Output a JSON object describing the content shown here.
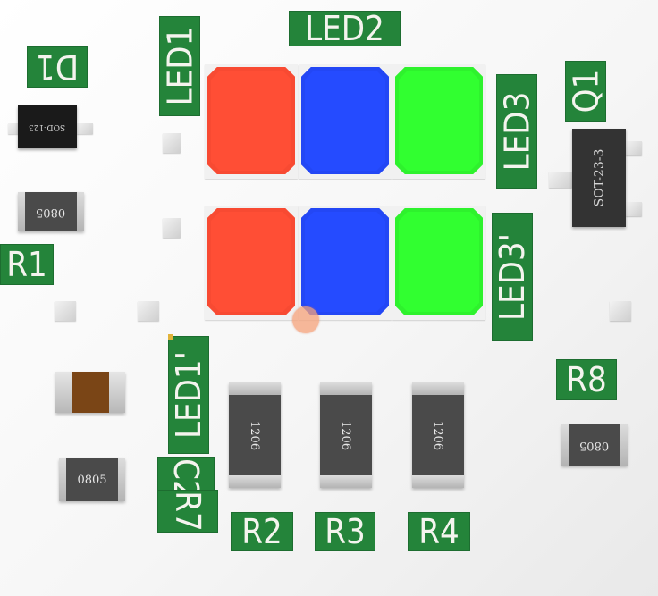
{
  "labels": {
    "d1": "D1",
    "led1": "LED1",
    "led2": "LED2",
    "led3": "LED3",
    "q1": "Q1",
    "r1": "R1",
    "led3_prime": "LED3'",
    "led1_prime": "LED1'",
    "r8": "R8",
    "c2": "C2",
    "r7": "R7",
    "r2": "R2",
    "r3": "R3",
    "r4": "R4"
  },
  "components": {
    "d1_body": "SOD-123",
    "sot_body": "SOT-23-3",
    "r_left_top": "0805",
    "r_left_bottom": "0805",
    "r_right": "0805",
    "r2_body": "1206",
    "r3_body": "1206",
    "r4_body": "1206"
  },
  "colors": {
    "silkscreen": "#24843a",
    "led_red": "#f84a32",
    "led_blue": "#2347f5",
    "led_green": "#2ef22d",
    "capacitor": "#7a4516",
    "cursor": "#f6a27a"
  }
}
